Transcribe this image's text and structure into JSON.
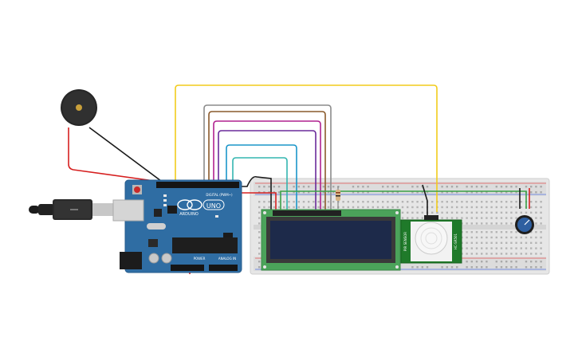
{
  "circuit": {
    "arduino": {
      "logo_text": "ARDUINO",
      "model_text": "UNO",
      "digital_header_label": "DIGITAL (PWM~)",
      "power_label": "POWER",
      "analog_label": "ANALOG IN",
      "led_labels": [
        "L",
        "TX",
        "RX",
        "ON"
      ],
      "board_color": "#2f6da3"
    },
    "pir_sensor": {
      "left_label": "PIR SENSOR",
      "right_label": "HC-SR501"
    },
    "lcd": {
      "screen_color": "#1d2a4a",
      "pcb_color": "#4ba35a"
    },
    "wire_colors": {
      "yellow": "#f2cc1c",
      "gray": "#8c8c8c",
      "brown": "#8a5a2b",
      "magenta": "#b0218f",
      "purple": "#6a2a9a",
      "cyan": "#1a96c9",
      "teal": "#33b5b0",
      "red": "#d62020",
      "black": "#1a1a1a",
      "green": "#3aa047"
    }
  }
}
